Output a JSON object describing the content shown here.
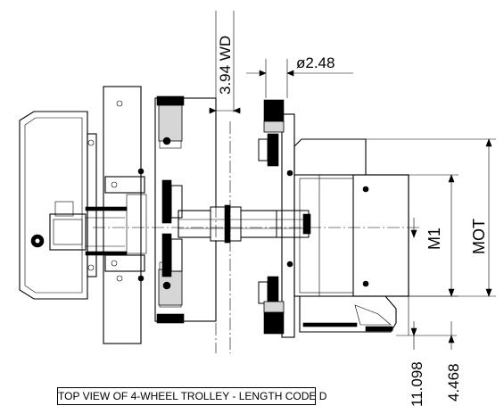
{
  "caption": "TOP VIEW OF 4-WHEEL TROLLEY - LENGTH CODE D",
  "dimensions": {
    "wheel_diameter": "ø2.48",
    "wheel_width": "3.94 WD",
    "m1": "M1",
    "mot": "MOT",
    "dim_a": "11.098",
    "dim_b": "4.468"
  }
}
